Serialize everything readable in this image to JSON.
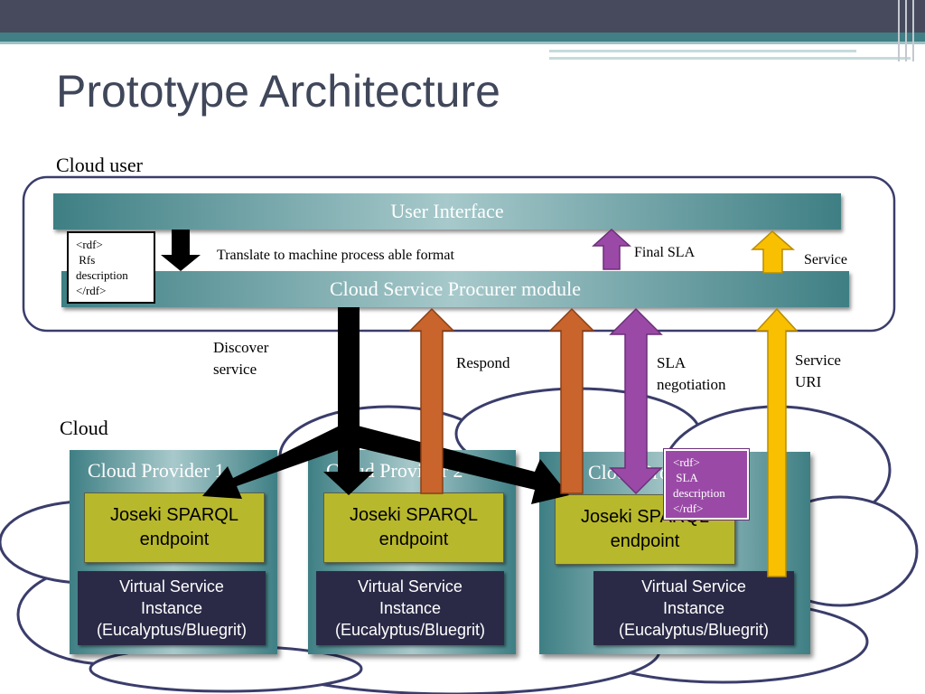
{
  "title": "Prototype Architecture",
  "labels": {
    "cloud_user": "Cloud user",
    "cloud": "Cloud",
    "discover_service": [
      "Discover",
      "service"
    ],
    "respond": "Respond",
    "sla_negotiation": [
      "SLA",
      "negotiation"
    ],
    "service_uri": [
      "Service",
      "URI"
    ],
    "translate": "Translate to machine process able format",
    "final_sla": "Final SLA",
    "service": "Service"
  },
  "user_interface": "User Interface",
  "procurer_module": "Cloud Service Procurer module",
  "rdf_rfs": [
    "<rdf>",
    " Rfs",
    "description",
    "</rdf>"
  ],
  "rdf_sla": [
    "<rdf>",
    " SLA",
    "description",
    "</rdf>"
  ],
  "providers": [
    {
      "title": "Cloud Provider 1",
      "joseki": [
        "Joseki SPARQL",
        "endpoint"
      ],
      "vsi": [
        "Virtual Service",
        "Instance",
        "(Eucalyptus/Bluegrit)"
      ]
    },
    {
      "title": "Cloud Provider 2",
      "joseki": [
        "Joseki SPARQL",
        "endpoint"
      ],
      "vsi": [
        "Virtual Service",
        "Instance",
        "(Eucalyptus/Bluegrit)"
      ]
    },
    {
      "title": "Cloud Provider 3",
      "joseki": [
        "Joseki SPARQL",
        "endpoint"
      ],
      "vsi": [
        "Virtual Service",
        "Instance",
        "(Eucalyptus/Bluegrit)"
      ]
    }
  ],
  "colors": {
    "respond_arrow": "#c8642c",
    "sla_arrow": "#9a4aa6",
    "service_arrow": "#f8c000",
    "discover_arrow": "#000000",
    "joseki_fill": "#b8b82c",
    "vsi_fill": "#2a2a47"
  }
}
